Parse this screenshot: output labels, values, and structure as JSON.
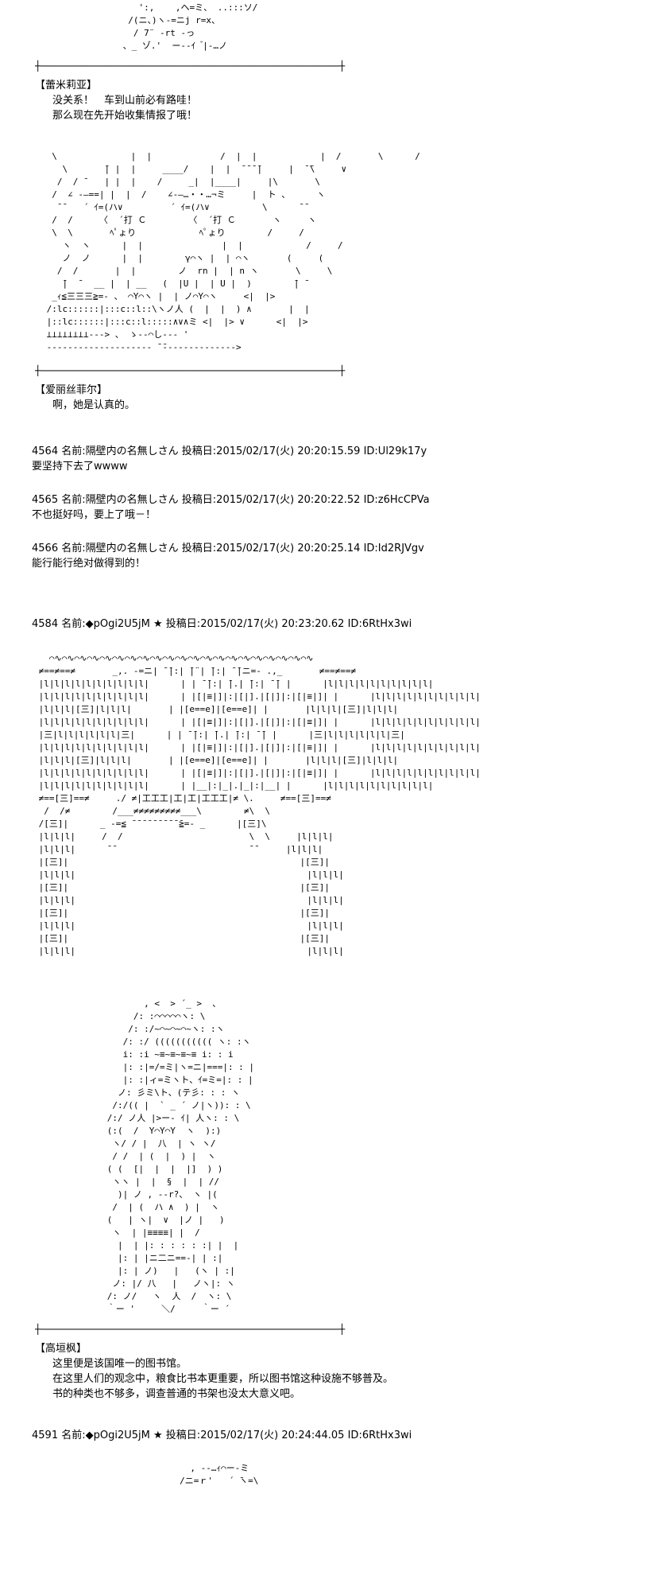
{
  "page": {
    "background": "#ffffff",
    "text_color": "#000000"
  },
  "labels": {
    "name_prefix": "名前:",
    "date_prefix": "投稿日:"
  },
  "divider_line": "┼────────────────────────────────────────────────────┼",
  "dialogues": [
    {
      "speaker": "【蕾米莉亚】",
      "lines": [
        "没关系！　车到山前必有路哇！",
        "那么现在先开始收集情报了哦！"
      ]
    },
    {
      "speaker": "【爱丽丝菲尔】",
      "lines": [
        "啊，她是认真的。"
      ]
    },
    {
      "speaker": "【高垣枫】",
      "lines": [
        "这里便是该国唯一的图书馆。",
        "在这里人们的观念中，粮食比书本更重要，所以图书馆这种设施不够普及。",
        "书的种类也不够多，调查普通的书架也没太大意义吧。"
      ]
    }
  ],
  "posts": [
    {
      "number": "4564",
      "author": "隔壁内の名無しさん",
      "datetime": "2015/02/17(火) 20:20:15.59",
      "id": "ID:Ul29k17y",
      "body": [
        "要坚持下去了wwww"
      ]
    },
    {
      "number": "4565",
      "author": "隔壁内の名無しさん",
      "datetime": "2015/02/17(火) 20:20:22.52",
      "id": "ID:z6HcCPVa",
      "body": [
        "不也挺好吗，要上了哦－！"
      ]
    },
    {
      "number": "4566",
      "author": "隔壁内の名無しさん",
      "datetime": "2015/02/17(火) 20:20:25.14",
      "id": "ID:Id2RJVgv",
      "body": [
        "能行能行绝对做得到的！"
      ]
    },
    {
      "number": "4584",
      "author": "◆pOgi2U5jM ★",
      "datetime": "2015/02/17(火) 20:23:20.62",
      "id": "ID:6RtHx3wi",
      "body": []
    },
    {
      "number": "4591",
      "author": "◆pOgi2U5jM ★",
      "datetime": "2015/02/17(火) 20:24:44.05",
      "id": "ID:6RtHx3wi",
      "body": []
    }
  ],
  "art": {
    "top_fragment": [
      "            ':,    ,ヘ=ミ、 ..:::ソ/",
      "          /(ニ、)ヽ-=ニj r=x、",
      "           / 7¨ -rt -っ",
      "         、_ ゾ.'  ー--ｲ  ゙|-…ノ"
    ],
    "remilia_scene": [
      "  \\              |  |             /  |  |            |  /       \\      /",
      "    \\       ̄| |  |     ____/    |  |  ̄ ̄ ̄ ̄|     |  ̄ ̄\\     ∨",
      "   /  / ̄    | |  |    /     _|  |____|     |\\       \\",
      "  /  ∠ -―==| |  |  /    ∠-―…・・…¬ミ     |  ト 、     ヽ",
      "   ̄ ̄    ´ ｲ=(ハ∨         ´ ｲ=(ハ∨          \\      ̄ ̄",
      "  /  /     〈  ´打 Ｃ        〈  ´打 Ｃ       ヽ     ヽ",
      "  \\  \\       ﾍﾟょり            ﾍﾟょり        /     /",
      "    ヽ  ヽ      |  |               |  |            /     /",
      "    ノ  ノ      |  |        γ⌒ヽ |  | ⌒ヽ       (     (",
      "   /  /       |  |        ノ  rn |  | n ヽ       \\     \\",
      "    ̄|  ̄   __ |  | __   (  |U |  | U |  )        ̄| ̄",
      "  _ｨ≦三三三≧=- 、 ⌒Y⌒ヽ |  | ノ⌒Y⌒ヽ     <|  |>",
      " /:lc::::::|:::c::l::\\ヽノ人 (  |  |  ) ∧       |  |",
      " |::lc::::::|:::c::l:::::∧∨∧ミ <|  |> ∨      <|  |>",
      " ⊥⊥⊥⊥⊥⊥⊥⊥---> 、 ゝ--⌒し--- '",
      " -------------------- ̄ ̄-------------->"
    ],
    "library": [
      "   ⌒∿⌒∿⌒∿⌒∿⌒∿⌒∿⌒∿⌒∿⌒∿⌒∿⌒∿⌒∿⌒∿⌒∿⌒∿⌒∿⌒∿⌒∿⌒∿⌒∿⌒∿",
      " ≠==≠==≠       _,. -=ニ| ̄ ̄|:| ̄|¨| ̄|:| ̄ ̄|ニ=- .,_       ≠==≠==≠",
      " |l|l|l|l|l|l|l|l|l|l|      | | ̄ ̄|:| ̄|.| ̄|:| ̄ ̄| |      |l|l|l|l|l|l|l|l|l|l|",
      " |l|l|l|l|l|l|l|l|l|l|      | |[|≡|]|:|[|].|[|]|:|[|≡|]| |      |l|l|l|l|l|l|l|l|l|l|",
      " |l|l|l|[三]|l|l|l|       | |[e==e]|[e==e]| |       |l|l|l|[三]|l|l|l|",
      " |l|l|l|l|l|l|l|l|l|l|      | |[|≡|]|:|[|].|[|]|:|[|≡|]| |      |l|l|l|l|l|l|l|l|l|l|",
      " |三|l|l|l|l|l|l|三|      | | ̄ ̄|:| ̄|.| ̄|:| ̄ ̄| |      |三|l|l|l|l|l|l|三|",
      " |l|l|l|l|l|l|l|l|l|l|      | |[|≡|]|:|[|].|[|]|:|[|≡|]| |      |l|l|l|l|l|l|l|l|l|l|",
      " |l|l|l|[三]|l|l|l|       | |[e==e]|[e==e]| |       |l|l|l|[三]|l|l|l|",
      " |l|l|l|l|l|l|l|l|l|l|      | |[|≡|]|:|[|].|[|]|:|[|≡|]| |      |l|l|l|l|l|l|l|l|l|l|",
      " |l|l|l|l|l|l|l|l|l|l|      | |__|:|_|.|_|:|__| |      |l|l|l|l|l|l|l|l|l|l|",
      " ≠==[三]==≠     ./ ≠|工工工|工|工|工工工|≠ \\.     ≠==[三]==≠",
      "  /  /≠        /___≠≠≠≠≠≠≠≠≠___\\        ≠\\  \\",
      " /[三]|      _ -=≦ ̄ ̄ ̄ ̄ ̄ ̄ ̄ ̄ ̄ ̄≧=- _      |[三]\\",
      " |l|l|l|     /  /                        \\  \\     |l|l|l|",
      " |l|l|l|      ̄ ̄                          ̄ ̄      |l|l|l|",
      " |[三]|                                            |[三]|",
      " |l|l|l|                                            |l|l|l|",
      " |[三]|                                            |[三]|",
      " |l|l|l|                                            |l|l|l|",
      " |[三]|                                            |[三]|",
      " |l|l|l|                                            |l|l|l|",
      " |[三]|                                            |[三]|",
      " |l|l|l|                                            |l|l|l|"
    ],
    "kaede": [
      "             , <  > ´_ >  、",
      "           /: :⌒⌒⌒⌒⌒ヽ: \\",
      "          /: :/~⌒~⌒~⌒~ヽ: :ヽ",
      "         /: :/ ((((((((((( ヽ: :ヽ",
      "         i: :i ~≡~≡~≡~≡ i: : i",
      "         |: :|=/=ミ|ヽ=ニ|===|: : |",
      "         |: :|ィ=ミヽト、ｲ=ミ=|: : |",
      "        ノ: 彡ミ\\ト、(テ彡: : : ヽ",
      "       /:/(( |  ` _ ´ ノ|ヽ)): : \\",
      "      /:/ ノ人 |>ー‐ ｲ| 人ヽ: : \\",
      "      (:(  /  Y⌒Y⌒Y  ヽ  ):)",
      "       ヽ/ / |  八  | ヽ ヽ/",
      "       / /  | (  |  ) |  ヽ",
      "      ( (  [|  |  |  |]  ) )",
      "       ヽヽ |  |  §  |  | //",
      "        )| ノ , --r?、 ヽ |(",
      "       /  | (  ハ ∧  ) |  ヽ",
      "      (   | ヽ|  ∨  |ノ |   )",
      "       ヽ  | |≡≡≡≡| |  /",
      "        |  | |: : : : : :| |  |",
      "        |: | |ニ二ニ==-| | :|",
      "        |: | ノ)   |   (ヽ | :|",
      "       ノ: |/ 八   |   ノヽ|: ヽ",
      "      /: ノ/   ヽ  人  /  ヽ: \\",
      "      ｀ー '     ＼/     ｀ー ´"
    ],
    "bottom_fragment": [
      "               , -‐…ｨ⌒ー-ミ",
      "             /ニ=ｒ'   ´ ̄ヽ=\\"
    ]
  }
}
